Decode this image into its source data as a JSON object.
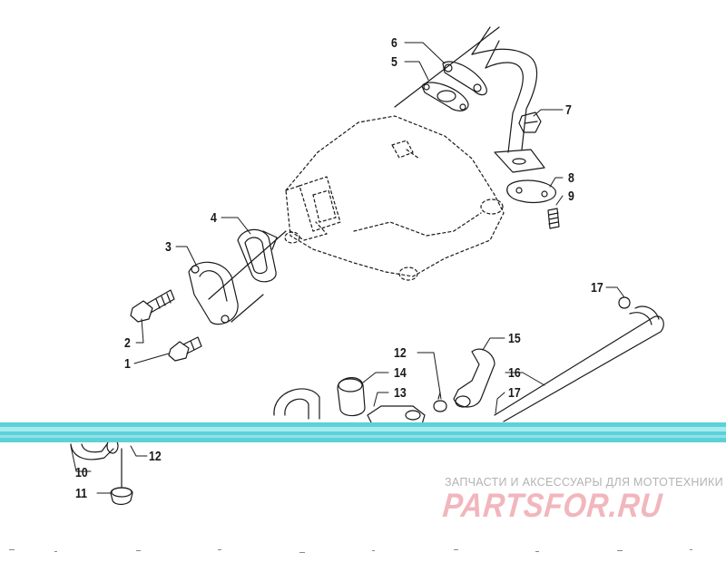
{
  "callouts": {
    "c1": "1",
    "c2": "2",
    "c3": "3",
    "c4": "4",
    "c5": "5",
    "c6": "6",
    "c7": "7",
    "c8": "8",
    "c9": "9",
    "c10": "10",
    "c11": "11",
    "c12a": "12",
    "c12b": "12",
    "c13": "13",
    "c14": "14",
    "c15": "15",
    "c16": "16",
    "c17a": "17",
    "c17b": "17"
  },
  "watermark": {
    "tagline": "ЗАПЧАСТИ И АКСЕССУАРЫ ДЛЯ МОТОТЕХНИКИ",
    "logo": "PARTSFOR.RU"
  },
  "colors": {
    "line": "#1a1a1a",
    "band": "#5ed0d8",
    "band_light": "#a6ecef",
    "watermark_text": "#b3b3b3",
    "watermark_logo": "#f2b6bd"
  }
}
